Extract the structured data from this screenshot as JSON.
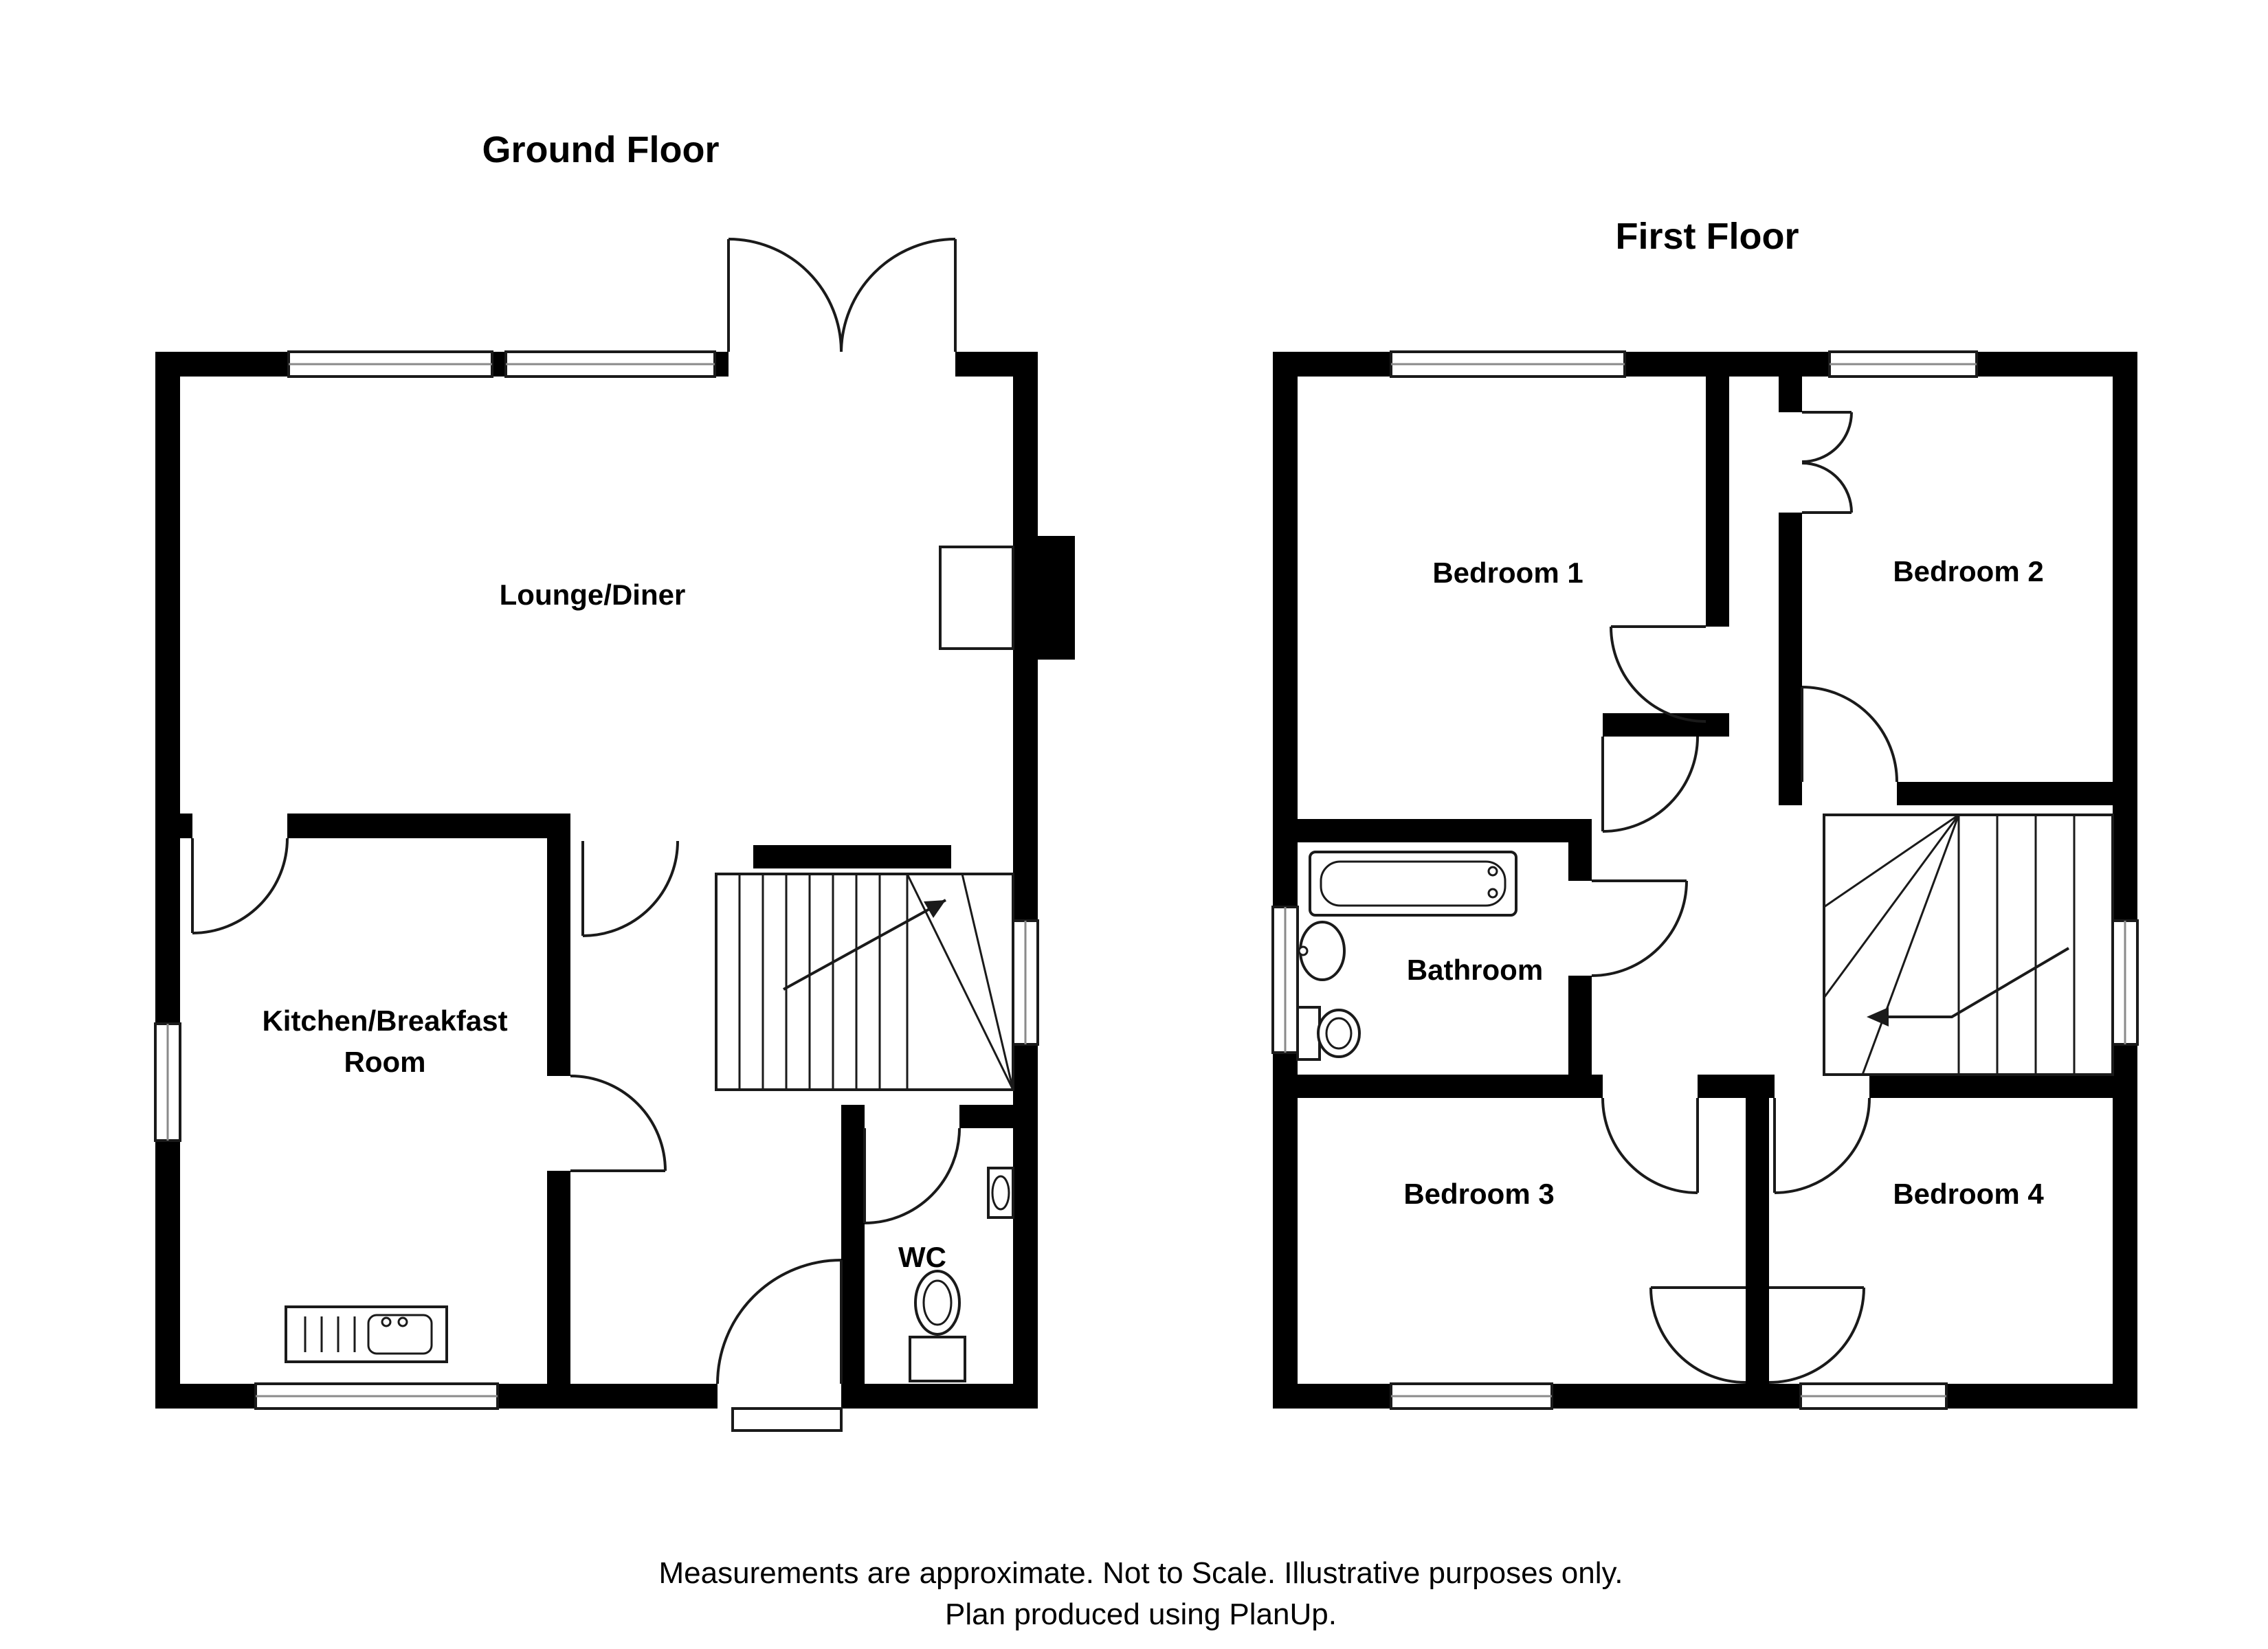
{
  "titles": {
    "ground_floor": "Ground Floor",
    "first_floor": "First Floor"
  },
  "ground_floor": {
    "lounge": "Lounge/Diner",
    "kitchen_line1": "Kitchen/Breakfast",
    "kitchen_line2": "Room",
    "wc": "WC"
  },
  "first_floor": {
    "bedroom1": "Bedroom 1",
    "bedroom2": "Bedroom 2",
    "bathroom": "Bathroom",
    "bedroom3": "Bedroom 3",
    "bedroom4": "Bedroom 4"
  },
  "footer": {
    "line1": "Measurements are approximate. Not to Scale. Illustrative purposes only.",
    "line2": "Plan produced using PlanUp."
  },
  "colors": {
    "wall": "#000000",
    "line": "#1a1a1a",
    "window_line": "#8a8a8a",
    "background": "#ffffff"
  }
}
